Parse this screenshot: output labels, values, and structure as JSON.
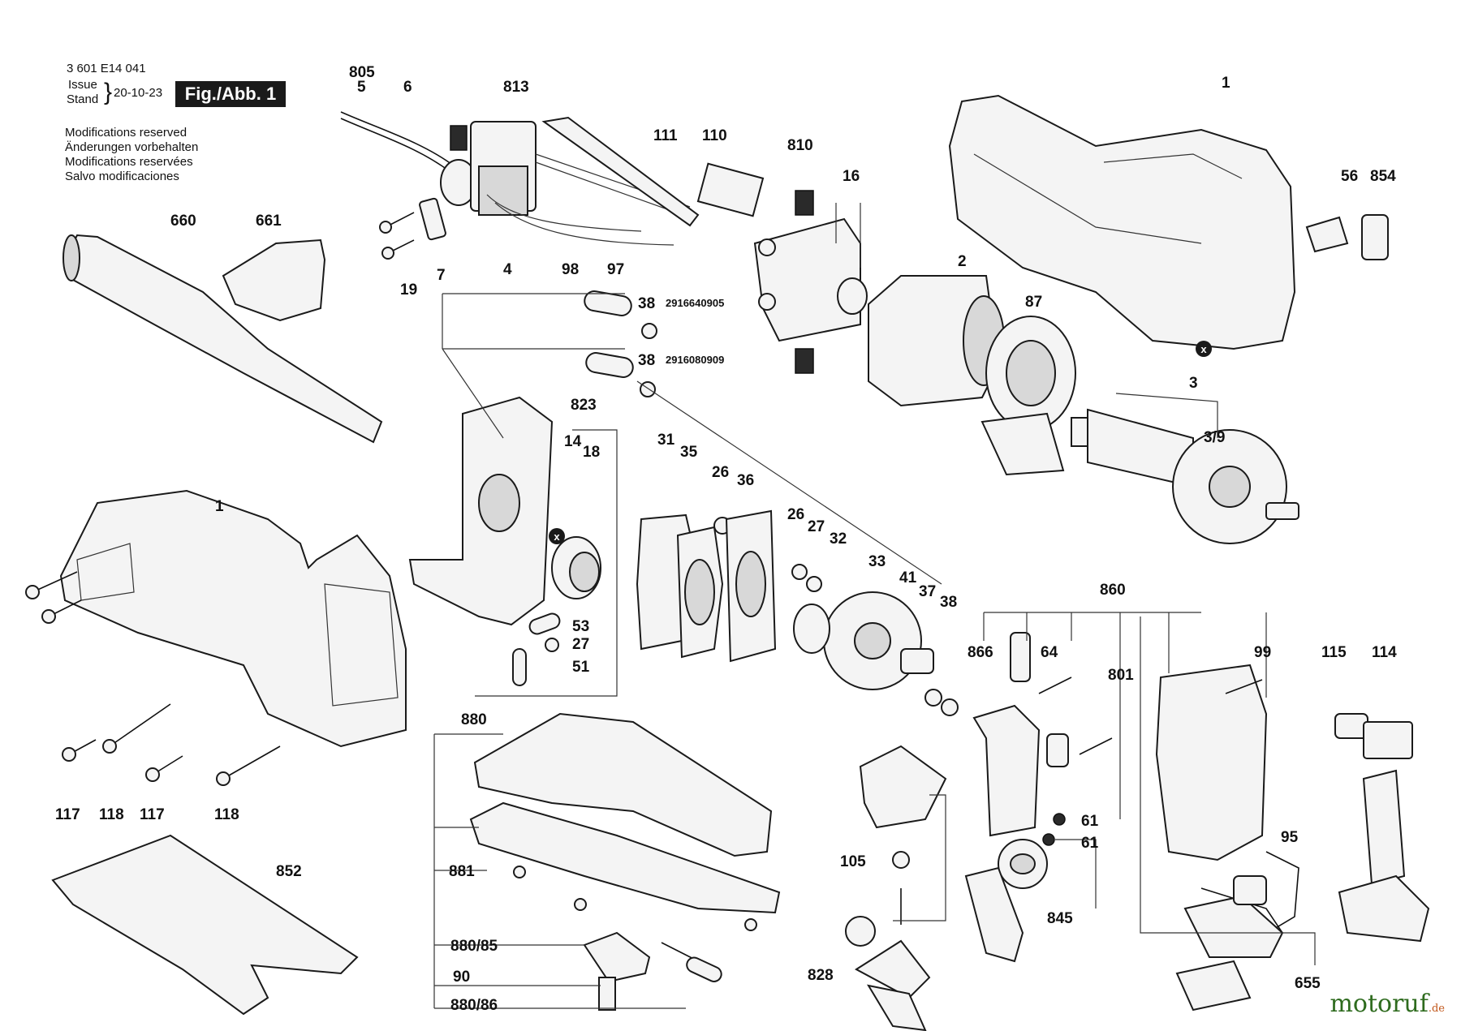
{
  "header": {
    "doc_number": "3 601 E14 041",
    "issue_label": "Issue",
    "stand_label": "Stand",
    "date": "20-10-23",
    "figure_label": "Fig./Abb. 1",
    "notices": [
      "Modifications reserved",
      "Änderungen vorbehalten",
      "Modifications reservées",
      "Salvo modificaciones"
    ]
  },
  "part_labels": {
    "p805": "805",
    "p5": "5",
    "p6": "6",
    "p813": "813",
    "p111": "111",
    "p110": "110",
    "p810": "810",
    "p16": "16",
    "p1_top": "1",
    "p56": "56",
    "p854": "854",
    "p660": "660",
    "p661": "661",
    "p19": "19",
    "p7": "7",
    "p4": "4",
    "p98": "98",
    "p97": "97",
    "p2": "2",
    "p87": "87",
    "p38a": "38",
    "p38a_code": "2916640905",
    "p38b": "38",
    "p38b_code": "2916080909",
    "p3": "3",
    "p3_9": "3/9",
    "p823": "823",
    "p14": "14",
    "p18": "18",
    "p31": "31",
    "p35": "35",
    "p26a": "26",
    "p36": "36",
    "p26b": "26",
    "p27a": "27",
    "p32": "32",
    "p33": "33",
    "p41": "41",
    "p37": "37",
    "p38c": "38",
    "p1_left": "1",
    "p53": "53",
    "p27b": "27",
    "p51": "51",
    "p860": "860",
    "p866": "866",
    "p64": "64",
    "p801": "801",
    "p99": "99",
    "p115": "115",
    "p114": "114",
    "p880": "880",
    "p117a": "117",
    "p118a": "118",
    "p117b": "117",
    "p118b": "118",
    "p852": "852",
    "p881": "881",
    "p880_85": "880/85",
    "p90": "90",
    "p880_86": "880/86",
    "p105": "105",
    "p845": "845",
    "p828": "828",
    "p61a": "61",
    "p61b": "61",
    "p95": "95",
    "p655": "655"
  },
  "callout_marker": "x",
  "watermark": {
    "brand": "motoruf",
    "suffix": ".de"
  }
}
